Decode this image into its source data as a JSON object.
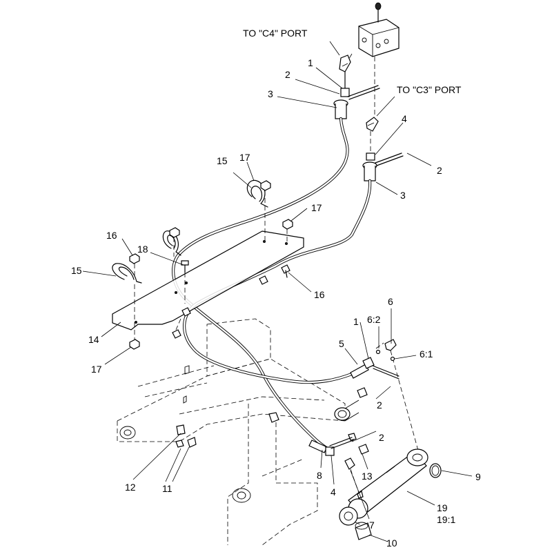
{
  "port_labels": {
    "c4": "TO \"C4\" PORT",
    "c3": "TO \"C3\" PORT"
  },
  "callouts": [
    {
      "id": "1a",
      "text": "1"
    },
    {
      "id": "2a",
      "text": "2"
    },
    {
      "id": "3a",
      "text": "3"
    },
    {
      "id": "4a",
      "text": "4"
    },
    {
      "id": "2b",
      "text": "2"
    },
    {
      "id": "3b",
      "text": "3"
    },
    {
      "id": "17a",
      "text": "17"
    },
    {
      "id": "15a",
      "text": "15"
    },
    {
      "id": "17b",
      "text": "17"
    },
    {
      "id": "16a",
      "text": "16"
    },
    {
      "id": "18",
      "text": "18"
    },
    {
      "id": "15b",
      "text": "15"
    },
    {
      "id": "16b",
      "text": "16"
    },
    {
      "id": "14",
      "text": "14"
    },
    {
      "id": "17c",
      "text": "17"
    },
    {
      "id": "6",
      "text": "6"
    },
    {
      "id": "6:2",
      "text": "6:2"
    },
    {
      "id": "1b",
      "text": "1"
    },
    {
      "id": "6:1",
      "text": "6:1"
    },
    {
      "id": "5",
      "text": "5"
    },
    {
      "id": "2c",
      "text": "2"
    },
    {
      "id": "2d",
      "text": "2"
    },
    {
      "id": "8",
      "text": "8"
    },
    {
      "id": "4b",
      "text": "4"
    },
    {
      "id": "13",
      "text": "13"
    },
    {
      "id": "9",
      "text": "9"
    },
    {
      "id": "12",
      "text": "12"
    },
    {
      "id": "11",
      "text": "11"
    },
    {
      "id": "7",
      "text": "7"
    },
    {
      "id": "19",
      "text": "19"
    },
    {
      "id": "19:1",
      "text": "19:1"
    },
    {
      "id": "10",
      "text": "10"
    }
  ]
}
